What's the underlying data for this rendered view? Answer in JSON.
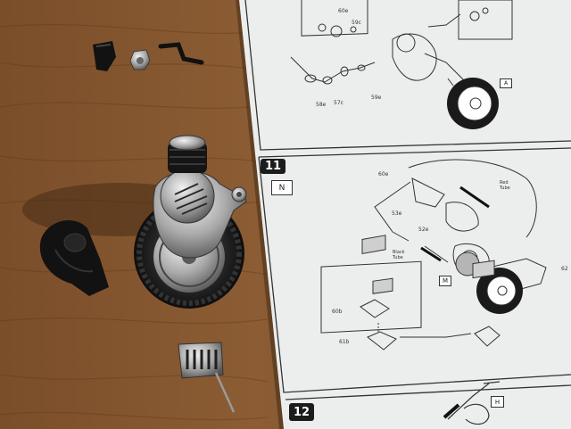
{
  "scene": {
    "background_color": "#6b4424",
    "sheet_color": "#eceeed"
  },
  "instructions": {
    "step_11": "11",
    "step_12": "12",
    "box_n": "N",
    "box_m": "M",
    "box_a": "A",
    "box_h": "H",
    "labels": {
      "l_60e": "60e",
      "l_59c": "59c",
      "l_58e": "58e",
      "l_57c": "57c",
      "l_59e": "59e",
      "l_53e": "53e",
      "l_52e": "52e",
      "l_60b": "60b",
      "l_61b": "61b",
      "l_62": "62",
      "red_tube": "Red\nTube",
      "black_tube": "Black\nTube"
    }
  },
  "parts": [
    {
      "name": "black-bracket-part"
    },
    {
      "name": "chrome-nut-part"
    },
    {
      "name": "black-lever-part"
    },
    {
      "name": "engine-wheel-assembly"
    },
    {
      "name": "black-cowl-part"
    },
    {
      "name": "chrome-footrest-part"
    }
  ]
}
